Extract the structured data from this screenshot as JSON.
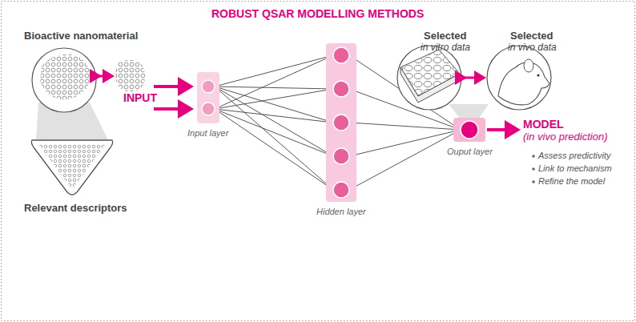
{
  "diagram": {
    "title": "ROBUST QSAR MODELLING METHODS",
    "nodes": [
      {
        "text": [
          "Input layer"
        ]
      },
      {
        "text": [
          "Hidden layer"
        ]
      },
      {
        "text": [
          "Ouput layer"
        ]
      }
    ],
    "labels": [
      "Bioactive nanomaterial",
      "Relevant descriptors",
      "INPUT",
      "Selected",
      "in vitro data",
      "Selected",
      "in vivo data",
      "MODEL",
      "(in vivo prediction)",
      "Assess predictivity",
      "Link to mechanism",
      "Refine the model"
    ]
  }
}
